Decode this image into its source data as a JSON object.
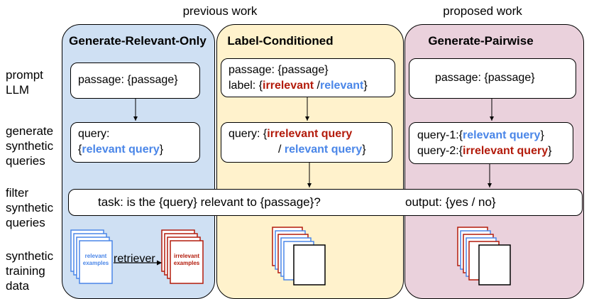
{
  "headers": {
    "previous": "previous work",
    "proposed": "proposed work"
  },
  "row_labels": {
    "prompt": [
      "prompt",
      "LLM"
    ],
    "generate": [
      "generate",
      "synthetic",
      "queries"
    ],
    "filter": [
      "filter",
      "synthetic",
      "queries"
    ],
    "training": [
      "synthetic",
      "training",
      "data"
    ]
  },
  "columns": {
    "col1": {
      "title": "Generate-Relevant-Only",
      "prompt_text": "passage: {passage}",
      "query_prefix": "query:",
      "query_open": "{",
      "query_rel": "relevant query",
      "query_close": "}",
      "relevant_examples": "relevant examples",
      "retriever": "retriever",
      "irrelevant_examples": "irrelevant examples"
    },
    "col2": {
      "title": "Label-Conditioned",
      "prompt_line1": "passage: {passage}",
      "label_prefix": "label: {",
      "label_irr": "irrelevant",
      "label_sep": " /",
      "label_rel": "relevant",
      "label_close": "}",
      "query_prefix": "query: {",
      "query_irr": "irrelevant query",
      "query_sep": "/ ",
      "query_rel": "relevant query",
      "query_close": "}"
    },
    "col3": {
      "title": "Generate-Pairwise",
      "prompt_text": "passage: {passage}",
      "q1_prefix": "query-1:{",
      "q1_rel": "relevant query",
      "q1_close": "}",
      "q2_prefix": "query-2:{",
      "q2_irr": "irrelevant query",
      "q2_close": "}"
    }
  },
  "filter": {
    "task": "task: is the {query} relevant to {passage}?",
    "output": "output: {yes / no}"
  },
  "colors": {
    "blue_col": "#cfe0f3",
    "yellow_col": "#fff2cc",
    "pink_col": "#ead1dc",
    "blue_text": "#4a86e8",
    "red_text": "#b31b0b"
  }
}
